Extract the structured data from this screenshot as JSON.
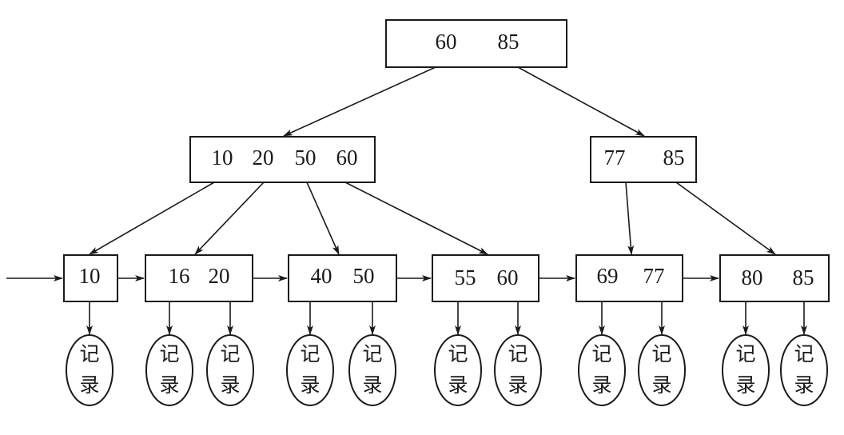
{
  "tree": {
    "root": {
      "keys": [
        "60",
        "85"
      ]
    },
    "internal": [
      {
        "keys": [
          "10",
          "20",
          "50",
          "60"
        ]
      },
      {
        "keys": [
          "77",
          "85"
        ]
      }
    ],
    "leaves": [
      {
        "keys": [
          "10"
        ],
        "records": [
          [
            "记",
            "录"
          ]
        ]
      },
      {
        "keys": [
          "16",
          "20"
        ],
        "records": [
          [
            "记",
            "录"
          ],
          [
            "记",
            "录"
          ]
        ]
      },
      {
        "keys": [
          "40",
          "50"
        ],
        "records": [
          [
            "记",
            "录"
          ],
          [
            "记",
            "录"
          ]
        ]
      },
      {
        "keys": [
          "55",
          "60"
        ],
        "records": [
          [
            "记",
            "录"
          ],
          [
            "记",
            "录"
          ]
        ]
      },
      {
        "keys": [
          "69",
          "77"
        ],
        "records": [
          [
            "记",
            "录"
          ],
          [
            "记",
            "录"
          ]
        ]
      },
      {
        "keys": [
          "80",
          "85"
        ],
        "records": [
          [
            "记",
            "录"
          ],
          [
            "记",
            "录"
          ]
        ]
      }
    ]
  },
  "colors": {
    "stroke": "#1a1a1a",
    "background": "#ffffff"
  }
}
